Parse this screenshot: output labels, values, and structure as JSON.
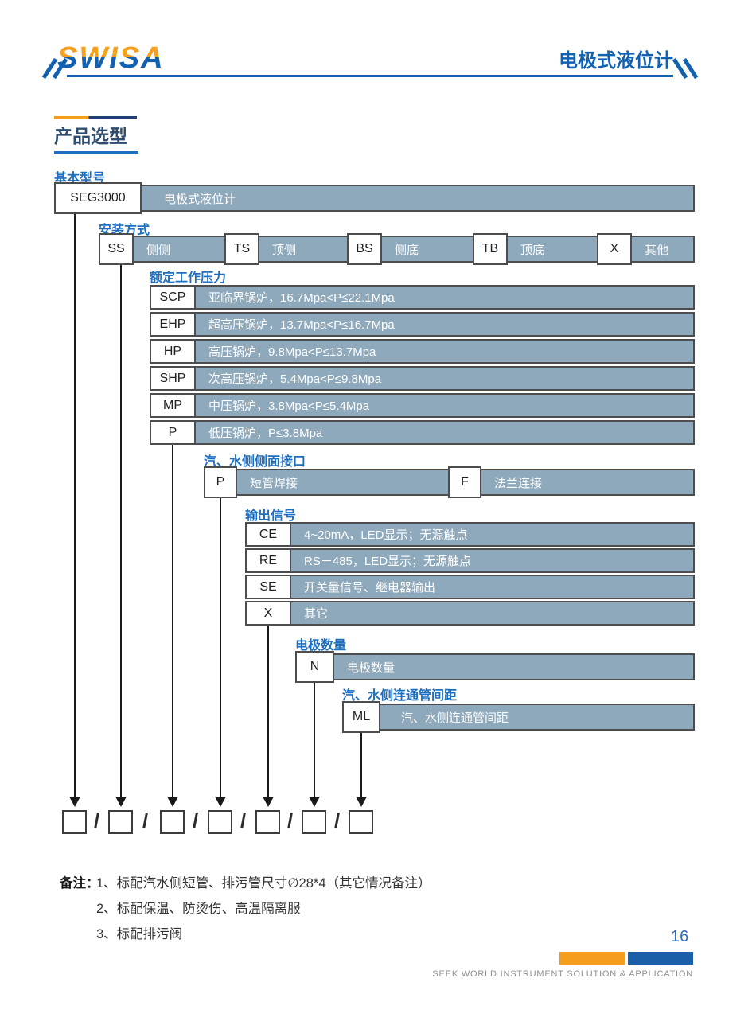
{
  "colors": {
    "accent_blue": "#1261b1",
    "accent_orange": "#f59d1d",
    "cell_fill": "#8fa9bc",
    "label_blue": "#1e6fc0"
  },
  "header": {
    "logo": "SWISA",
    "title": "电极式液位计"
  },
  "section": {
    "title": "产品选型"
  },
  "selector": {
    "groups": [
      {
        "label": "基本型号",
        "rows": [
          {
            "key": "SEG3000",
            "desc": "电极式液位计"
          }
        ]
      },
      {
        "label": "安装方式",
        "rows": [
          {
            "key": "SS",
            "desc": "侧侧"
          },
          {
            "key": "TS",
            "desc": "顶侧"
          },
          {
            "key": "BS",
            "desc": "侧底"
          },
          {
            "key": "TB",
            "desc": "顶底"
          },
          {
            "key": "X",
            "desc": "其他"
          }
        ]
      },
      {
        "label": "额定工作压力",
        "rows": [
          {
            "key": "SCP",
            "desc": "亚临界锅炉，16.7Mpa<P≤22.1Mpa"
          },
          {
            "key": "EHP",
            "desc": "超高压锅炉，13.7Mpa<P≤16.7Mpa"
          },
          {
            "key": "HP",
            "desc": "高压锅炉，9.8Mpa<P≤13.7Mpa"
          },
          {
            "key": "SHP",
            "desc": "次高压锅炉，5.4Mpa<P≤9.8Mpa"
          },
          {
            "key": "MP",
            "desc": "中压锅炉，3.8Mpa<P≤5.4Mpa"
          },
          {
            "key": "P",
            "desc": "低压锅炉，P≤3.8Mpa"
          }
        ]
      },
      {
        "label": "汽、水侧侧面接口",
        "rows": [
          {
            "key": "P",
            "desc": "短管焊接"
          },
          {
            "key": "F",
            "desc": "法兰连接"
          }
        ]
      },
      {
        "label": "输出信号",
        "rows": [
          {
            "key": "CE",
            "desc": "4~20mA，LED显示；无源触点"
          },
          {
            "key": "RE",
            "desc": "RS－485，LED显示；无源触点"
          },
          {
            "key": "SE",
            "desc": "开关量信号、继电器输出"
          },
          {
            "key": "X",
            "desc": "其它"
          }
        ]
      },
      {
        "label": "电极数量",
        "rows": [
          {
            "key": "N",
            "desc": "电极数量"
          }
        ]
      },
      {
        "label": "汽、水侧连通管间距",
        "rows": [
          {
            "key": "ML",
            "desc": "汽、水侧连通管间距"
          }
        ]
      }
    ]
  },
  "code_row": {
    "slash": "/"
  },
  "notes": {
    "label": "备注：",
    "items": [
      "1、标配汽水侧短管、排污管尺寸∅28*4（其它情况备注）",
      "2、标配保温、防烫伤、高温隔离服",
      "3、标配排污阀"
    ]
  },
  "footer": {
    "page_number": "16",
    "tagline": "SEEK WORLD INSTRUMENT SOLUTION & APPLICATION"
  }
}
